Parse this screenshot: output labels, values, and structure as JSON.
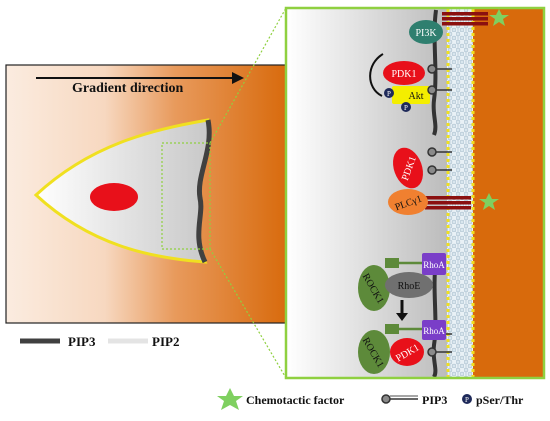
{
  "left_panel": {
    "gradient_label": "Gradient direction"
  },
  "legend_left": {
    "pip3_label": "PIP3",
    "pip2_label": "PIP2"
  },
  "zoom_panel": {
    "proteins": {
      "pi3k": "PI3K",
      "pdk1_top": "PDK1",
      "akt": "Akt",
      "pdk1_mid": "PDK1",
      "plcy1": "PLCγ1",
      "rhoa_top": "RhoA",
      "rock1_top": "ROCK1",
      "rhoe": "RhoE",
      "rhoa_bottom": "RhoA",
      "rock1_bottom": "ROCK1",
      "pdk1_bottom": "PDK1"
    },
    "phospho_mark": "P"
  },
  "legend_bottom": {
    "chemotactic_label": "Chemotactic factor",
    "pip3_label": "PIP3",
    "pser_label": "pSer/Thr",
    "phospho_mark": "P"
  },
  "colors": {
    "orange": "#d86a0c",
    "cell_outline": "#f0e020",
    "pip3": "#404040",
    "pdk1": "#e8101a",
    "akt": "#f4ee00",
    "pi3k": "#2f7f6f",
    "plcy1": "#f08030",
    "rhoa": "#7a3ec8",
    "rock1": "#5d8a3a",
    "rhoe": "#707070",
    "zoom_border": "#8fd040",
    "star": "#7fd060"
  }
}
